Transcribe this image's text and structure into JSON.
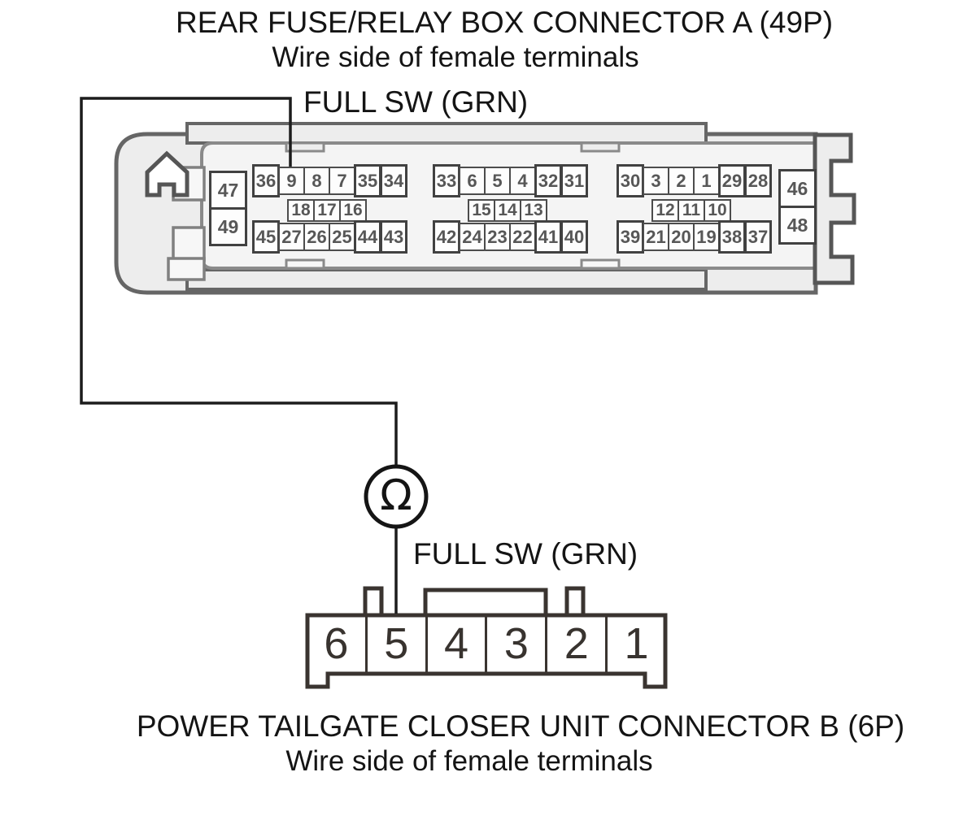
{
  "diagram": {
    "connector_a": {
      "title": "REAR FUSE/RELAY BOX CONNECTOR A (49P)",
      "subtitle": "Wire side of female terminals",
      "signal_label": "FULL SW (GRN)",
      "left_pins": [
        "47",
        "49"
      ],
      "right_pins": [
        "46",
        "48"
      ],
      "groups": [
        {
          "top": [
            "36",
            "9",
            "8",
            "7",
            "35",
            "34"
          ],
          "mid": [
            "18",
            "17",
            "16"
          ],
          "bottom": [
            "45",
            "27",
            "26",
            "25",
            "44",
            "43"
          ]
        },
        {
          "top": [
            "33",
            "6",
            "5",
            "4",
            "32",
            "31"
          ],
          "mid": [
            "15",
            "14",
            "13"
          ],
          "bottom": [
            "42",
            "24",
            "23",
            "22",
            "41",
            "40"
          ]
        },
        {
          "top": [
            "30",
            "3",
            "2",
            "1",
            "29",
            "28"
          ],
          "mid": [
            "12",
            "11",
            "10"
          ],
          "bottom": [
            "39",
            "21",
            "20",
            "19",
            "38",
            "37"
          ]
        }
      ]
    },
    "probe": {
      "symbol": "Ω"
    },
    "connector_b": {
      "title": "POWER TAILGATE CLOSER UNIT CONNECTOR B (6P)",
      "subtitle": "Wire side of female terminals",
      "signal_label": "FULL SW (GRN)",
      "pins": [
        "6",
        "5",
        "4",
        "3",
        "2",
        "1"
      ]
    },
    "colors": {
      "wire": "#1c1c1c",
      "shell_fill": "#ededed",
      "shell_stroke": "#666666",
      "pin_border": "#414141",
      "connector_b_outline": "#3a3430",
      "text": "#141414"
    }
  }
}
